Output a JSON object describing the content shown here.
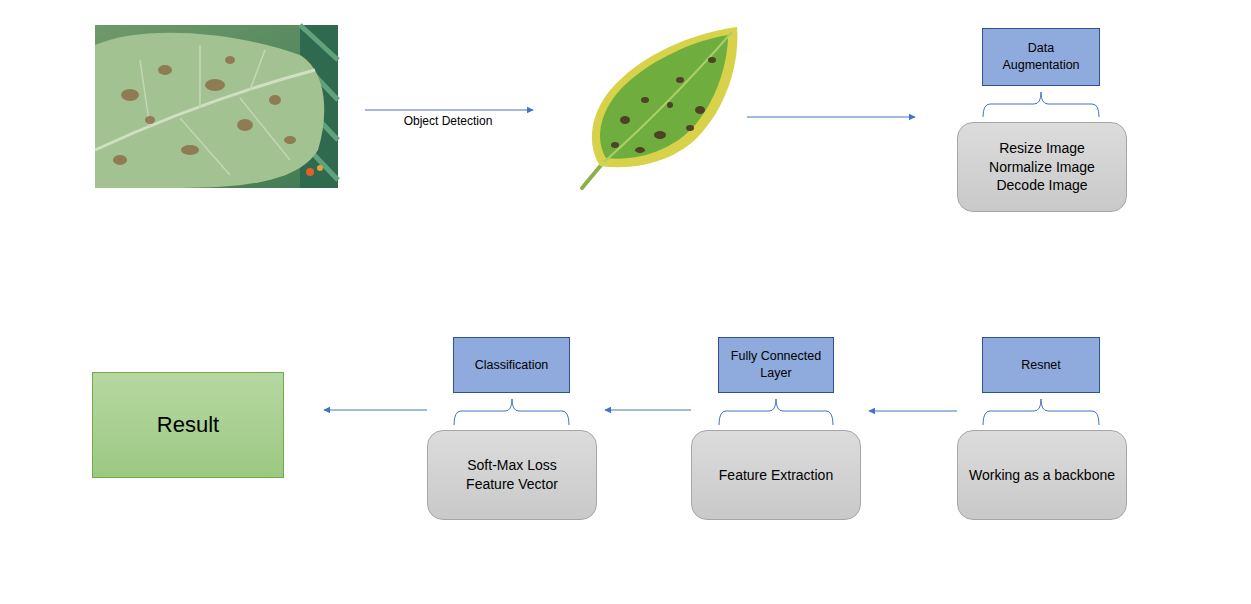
{
  "diagram": {
    "nodes": [
      {
        "text": [
          "Data Augmentation"
        ]
      },
      {
        "text": [
          "Resize Image",
          "Normalize Image",
          "Decode Image"
        ]
      },
      {
        "text": [
          "Result"
        ]
      },
      {
        "text": [
          "Classification"
        ]
      },
      {
        "text": [
          "Soft-Max Loss",
          "Feature Vector"
        ]
      },
      {
        "text": [
          "Fully Connected Layer"
        ]
      },
      {
        "text": [
          "Feature Extraction"
        ]
      },
      {
        "text": [
          "Resnet"
        ]
      },
      {
        "text": [
          "Working as a backbone"
        ]
      }
    ],
    "edges": [
      {
        "from": 8,
        "to": 6,
        "arrow": "to"
      },
      {
        "from": 6,
        "to": 4,
        "arrow": "to"
      },
      {
        "from": 4,
        "to": 2,
        "arrow": "to"
      }
    ],
    "labels": [
      "Object Detection"
    ]
  }
}
